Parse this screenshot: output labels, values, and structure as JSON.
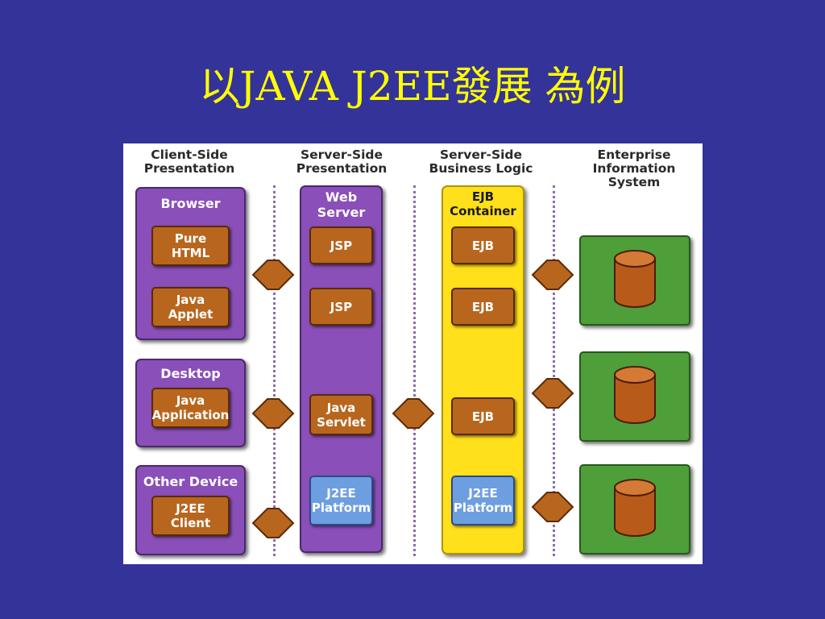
{
  "title": "以JAVA J2EE發展 為例",
  "columns": [
    {
      "line1": "Client-Side",
      "line2": "Presentation"
    },
    {
      "line1": "Server-Side",
      "line2": "Presentation"
    },
    {
      "line1": "Server-Side",
      "line2": "Business Logic"
    },
    {
      "line1": "Enterprise",
      "line2": "Information",
      "line3": "System"
    }
  ],
  "client": {
    "browser": {
      "label": "Browser",
      "items": [
        {
          "line1": "Pure",
          "line2": "HTML"
        },
        {
          "line1": "Java",
          "line2": "Applet"
        }
      ]
    },
    "desktop": {
      "label": "Desktop",
      "item": {
        "line1": "Java",
        "line2": "Application"
      }
    },
    "other": {
      "label": "Other Device",
      "item": {
        "line1": "J2EE",
        "line2": "Client"
      }
    }
  },
  "web_server": {
    "line1": "Web",
    "line2": "Server",
    "items": [
      {
        "line1": "JSP"
      },
      {
        "line1": "JSP"
      },
      {
        "line1": "Java",
        "line2": "Servlet"
      }
    ],
    "platform": {
      "line1": "J2EE",
      "line2": "Platform"
    }
  },
  "ejb_container": {
    "line1": "EJB",
    "line2": "Container",
    "items": [
      {
        "line1": "EJB"
      },
      {
        "line1": "EJB"
      },
      {
        "line1": "EJB"
      }
    ],
    "platform": {
      "line1": "J2EE",
      "line2": "Platform"
    }
  },
  "colors": {
    "background": "#333399",
    "title": "#ffff00",
    "client_tier": "#8a4fb8",
    "component": "#b8661e",
    "platform": "#6d9ee0",
    "ejb_tier": "#ffe01a",
    "eis_tier": "#4e9e3a"
  },
  "icons": {
    "connector": "double-arrow-diamond",
    "database": "database-cylinder"
  }
}
